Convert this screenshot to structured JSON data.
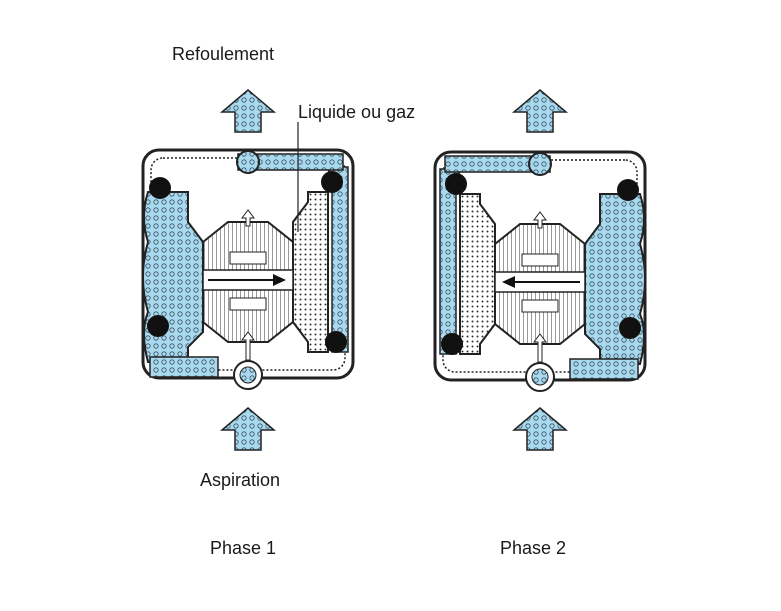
{
  "labels": {
    "discharge": "Refoulement",
    "fluid": "Liquide ou gaz",
    "suction": "Aspiration",
    "phase1": "Phase 1",
    "phase2": "Phase 2"
  },
  "colors": {
    "fluid": "#a9d9ee",
    "ink": "#1a1a1a"
  }
}
